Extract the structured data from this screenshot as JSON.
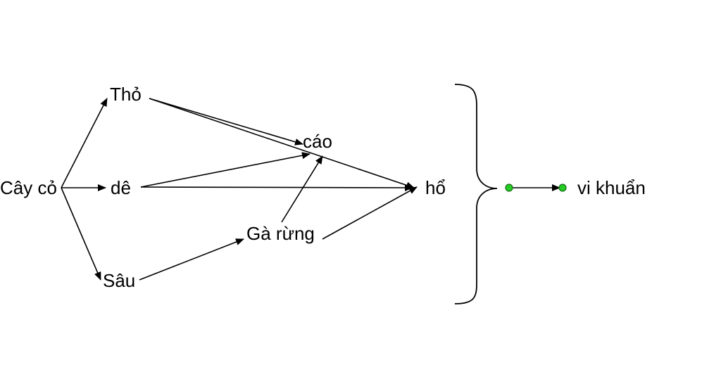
{
  "nodes": {
    "cay_co": "Cây cỏ",
    "tho": "Thỏ",
    "de": "dê",
    "sau": "Sâu",
    "cao": "cáo",
    "ga_rung": "Gà rừng",
    "ho": "hổ",
    "vi_khuan": "vi khuẩn"
  },
  "edges": [
    {
      "from": "cay_co",
      "to": "tho"
    },
    {
      "from": "cay_co",
      "to": "de"
    },
    {
      "from": "cay_co",
      "to": "sau"
    },
    {
      "from": "tho",
      "to": "cao"
    },
    {
      "from": "tho",
      "to": "ho"
    },
    {
      "from": "de",
      "to": "cao"
    },
    {
      "from": "de",
      "to": "ho"
    },
    {
      "from": "sau",
      "to": "ga_rung"
    },
    {
      "from": "ga_rung",
      "to": "cao"
    },
    {
      "from": "ga_rung",
      "to": "ho"
    }
  ],
  "colors": {
    "line": "#000000",
    "dot": "#22cc22"
  }
}
